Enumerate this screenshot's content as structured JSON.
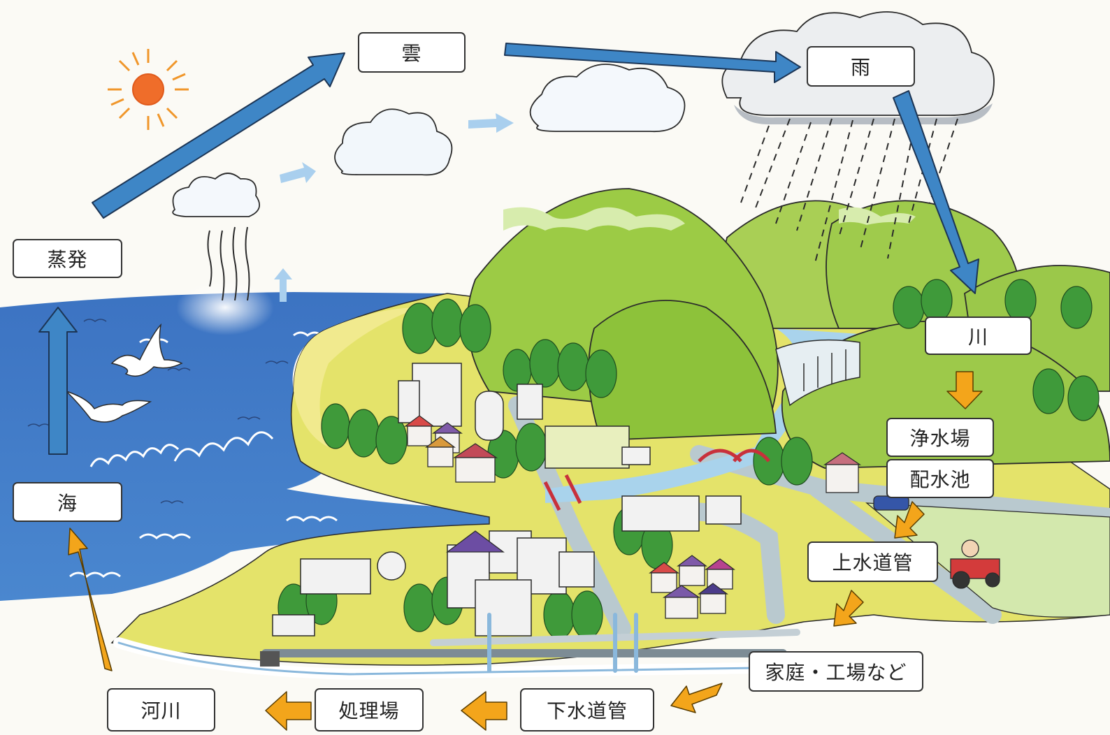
{
  "labels": {
    "cloud": "雲",
    "rain": "雨",
    "evaporation": "蒸発",
    "sea": "海",
    "river": "川",
    "water_purification_plant": "浄水場",
    "distribution_reservoir": "配水池",
    "water_supply_pipe": "上水道管",
    "homes_factories": "家庭・工場など",
    "sewer_pipe": "下水道管",
    "treatment_plant": "処理場",
    "river_discharge": "河川"
  },
  "colors": {
    "cycle_arrow": "#3e86c6",
    "flow_arrow": "#f3a51b",
    "sea": "#3f77c4",
    "mountain": "#8fc23f",
    "land": "#e2e266",
    "sun": "#f08a22"
  },
  "icons": [
    "sun-icon",
    "seagull-icon",
    "cloud-icon",
    "rain-cloud-icon"
  ]
}
